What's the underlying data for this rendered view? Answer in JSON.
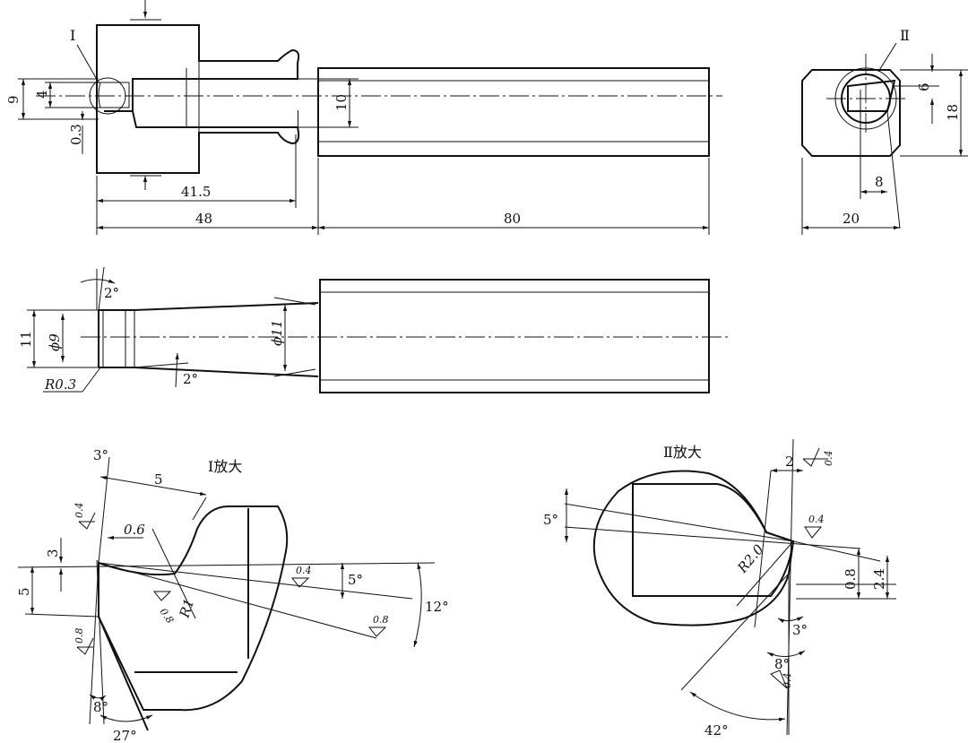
{
  "top_view": {
    "label_I": "Ⅰ",
    "dims": {
      "d9": "9",
      "d4": "4",
      "d03": "0.3",
      "d10": "10",
      "d415": "41.5",
      "d48": "48",
      "d80": "80"
    }
  },
  "end_view": {
    "label_II": "Ⅱ",
    "dims": {
      "d6": "6",
      "d18": "18",
      "d8": "8",
      "d20": "20"
    }
  },
  "side_view": {
    "dims": {
      "a2_top": "2°",
      "a2_bot": "2°",
      "d11": "11",
      "phi9": "ϕ9",
      "phi11": "ϕ11",
      "r03": "R0.3"
    }
  },
  "detail_I": {
    "title": "Ⅰ放大",
    "dims": {
      "a3": "3°",
      "d5_top": "5",
      "d06": "0.6",
      "d3": "3",
      "d5_left": "5",
      "r1": "R1",
      "a5": "5°",
      "a12": "12°",
      "a8": "8°",
      "a27": "27°"
    },
    "roughness": {
      "r04_left": "0.4",
      "r08_left": "0.8",
      "r08_mid": "0.8",
      "r04_right": "0.4",
      "r08_right": "0.8"
    }
  },
  "detail_II": {
    "title": "Ⅱ放大",
    "dims": {
      "d2": "2",
      "a5": "5°",
      "r20": "R2.0",
      "d08": "0.8",
      "d24": "2.4",
      "a3": "3°",
      "a8": "8°",
      "a42": "42°"
    },
    "roughness": {
      "r04_top": "0.4",
      "r04_mid": "0.4",
      "r04_bot": "0.4"
    }
  }
}
